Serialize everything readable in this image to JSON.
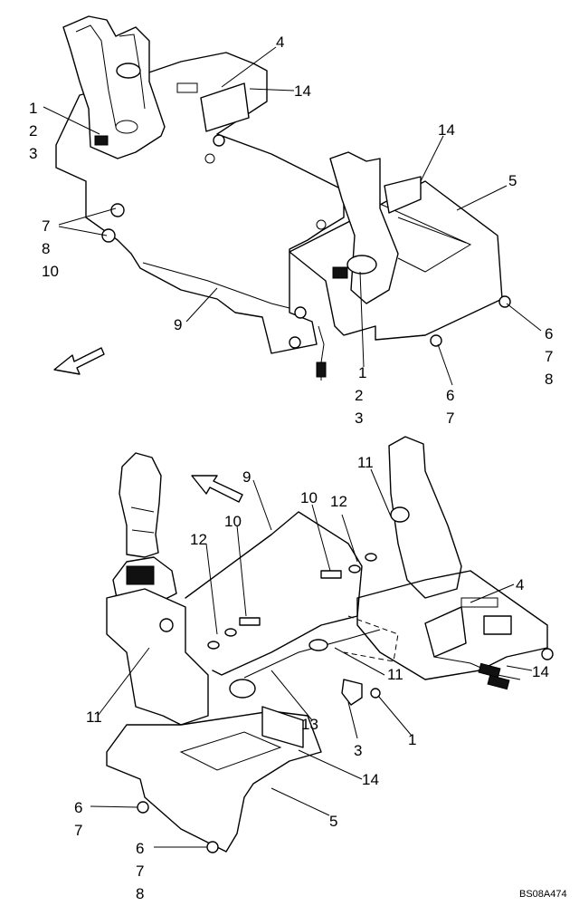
{
  "diagram": {
    "code": "BS08A474",
    "top_callouts": {
      "c1": "1",
      "c2": "2",
      "c3": "3",
      "c4": "4",
      "c14a": "14",
      "c14b": "14",
      "c5": "5",
      "c7": "7",
      "c8": "8",
      "c10": "10",
      "c9": "9",
      "c1b": "1",
      "c2b": "2",
      "c3b": "3",
      "c6": "6",
      "c7b": "7",
      "c8b": "8",
      "c6b": "6",
      "c7c": "7"
    },
    "bottom_callouts": {
      "c11a": "11",
      "c9": "9",
      "c10a": "10",
      "c12a": "12",
      "c12b": "12",
      "c10b": "10",
      "c4": "4",
      "c14": "14",
      "c11b": "11",
      "c11c": "11",
      "c13": "13",
      "c3": "3",
      "c1": "1",
      "c14b": "14",
      "c5": "5",
      "c6a": "6",
      "c7a": "7",
      "c6b": "6",
      "c7b": "7",
      "c8b": "8"
    }
  }
}
